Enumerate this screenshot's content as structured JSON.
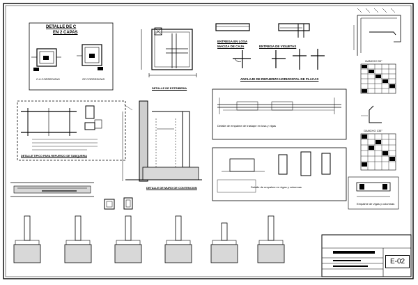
{
  "sheet": {
    "code": "E-02"
  },
  "details": {
    "detalle_title_1": "DETALLE DE C",
    "detalle_title_2": "EN 2 CAPAS",
    "esquina_label": "C-6 CORREDIZAS",
    "corrida_label": "ZZ CORREDIZAS",
    "zapata_label": "DETALLE DE ESTRIBERIA",
    "entrega_losa_1": "ENTREGA EN LOSA",
    "entrega_losa_2": "MACIZA DE CAJA",
    "entrega_vigueta": "ENTREGA DE VIGUETAS",
    "anclaje": "ANCLAJE DE REFUERZO HORIZONTAL DE PLACAS",
    "gancho_90": "GANCHO 90°",
    "gancho_135": "GANCHO 135°",
    "tabiqueria": "DETALLE TIPICO PARA REFUERZO DE TABIQUERIA",
    "muro_cortina": "DETALLE DE MURO DE CONTENCION",
    "empalme_1": "Detalle de empalme de traslape en losa y vigas",
    "empalme_2": "Detalle de empalme en vigas y columnas",
    "empalme_3": "Empalme de vigas y columnas"
  }
}
